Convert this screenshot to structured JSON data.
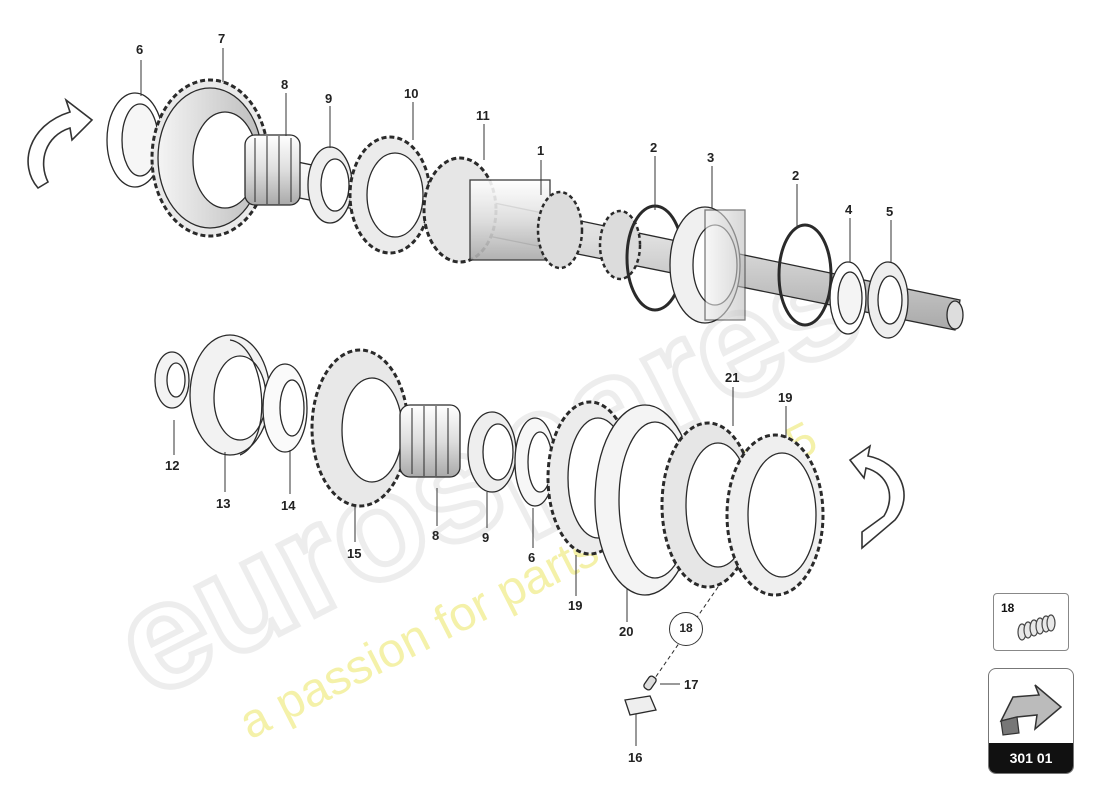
{
  "watermark": {
    "brand": "eurospares",
    "slogan": "a passion for parts since 1985"
  },
  "callouts": [
    {
      "id": "c6a",
      "text": "6"
    },
    {
      "id": "c7",
      "text": "7"
    },
    {
      "id": "c8a",
      "text": "8"
    },
    {
      "id": "c9a",
      "text": "9"
    },
    {
      "id": "c10",
      "text": "10"
    },
    {
      "id": "c11",
      "text": "11"
    },
    {
      "id": "c1",
      "text": "1"
    },
    {
      "id": "c2a",
      "text": "2"
    },
    {
      "id": "c3",
      "text": "3"
    },
    {
      "id": "c2b",
      "text": "2"
    },
    {
      "id": "c4",
      "text": "4"
    },
    {
      "id": "c5",
      "text": "5"
    },
    {
      "id": "c12",
      "text": "12"
    },
    {
      "id": "c13",
      "text": "13"
    },
    {
      "id": "c14",
      "text": "14"
    },
    {
      "id": "c15",
      "text": "15"
    },
    {
      "id": "c8b",
      "text": "8"
    },
    {
      "id": "c9b",
      "text": "9"
    },
    {
      "id": "c6b",
      "text": "6"
    },
    {
      "id": "c19a",
      "text": "19"
    },
    {
      "id": "c20",
      "text": "20"
    },
    {
      "id": "c21",
      "text": "21"
    },
    {
      "id": "c19b",
      "text": "19"
    },
    {
      "id": "c17",
      "text": "17"
    },
    {
      "id": "c16",
      "text": "16"
    }
  ],
  "detail_circle": "18",
  "thumbnail": {
    "number": "18",
    "icon": "spring-icon"
  },
  "reference": {
    "code": "301 01",
    "icon": "view-arrow-icon"
  },
  "colors": {
    "line": "#2a2a2a",
    "shade": "#cfcfcf",
    "watermark": "#e9e9e9",
    "slogan": "#f3f0a0"
  }
}
